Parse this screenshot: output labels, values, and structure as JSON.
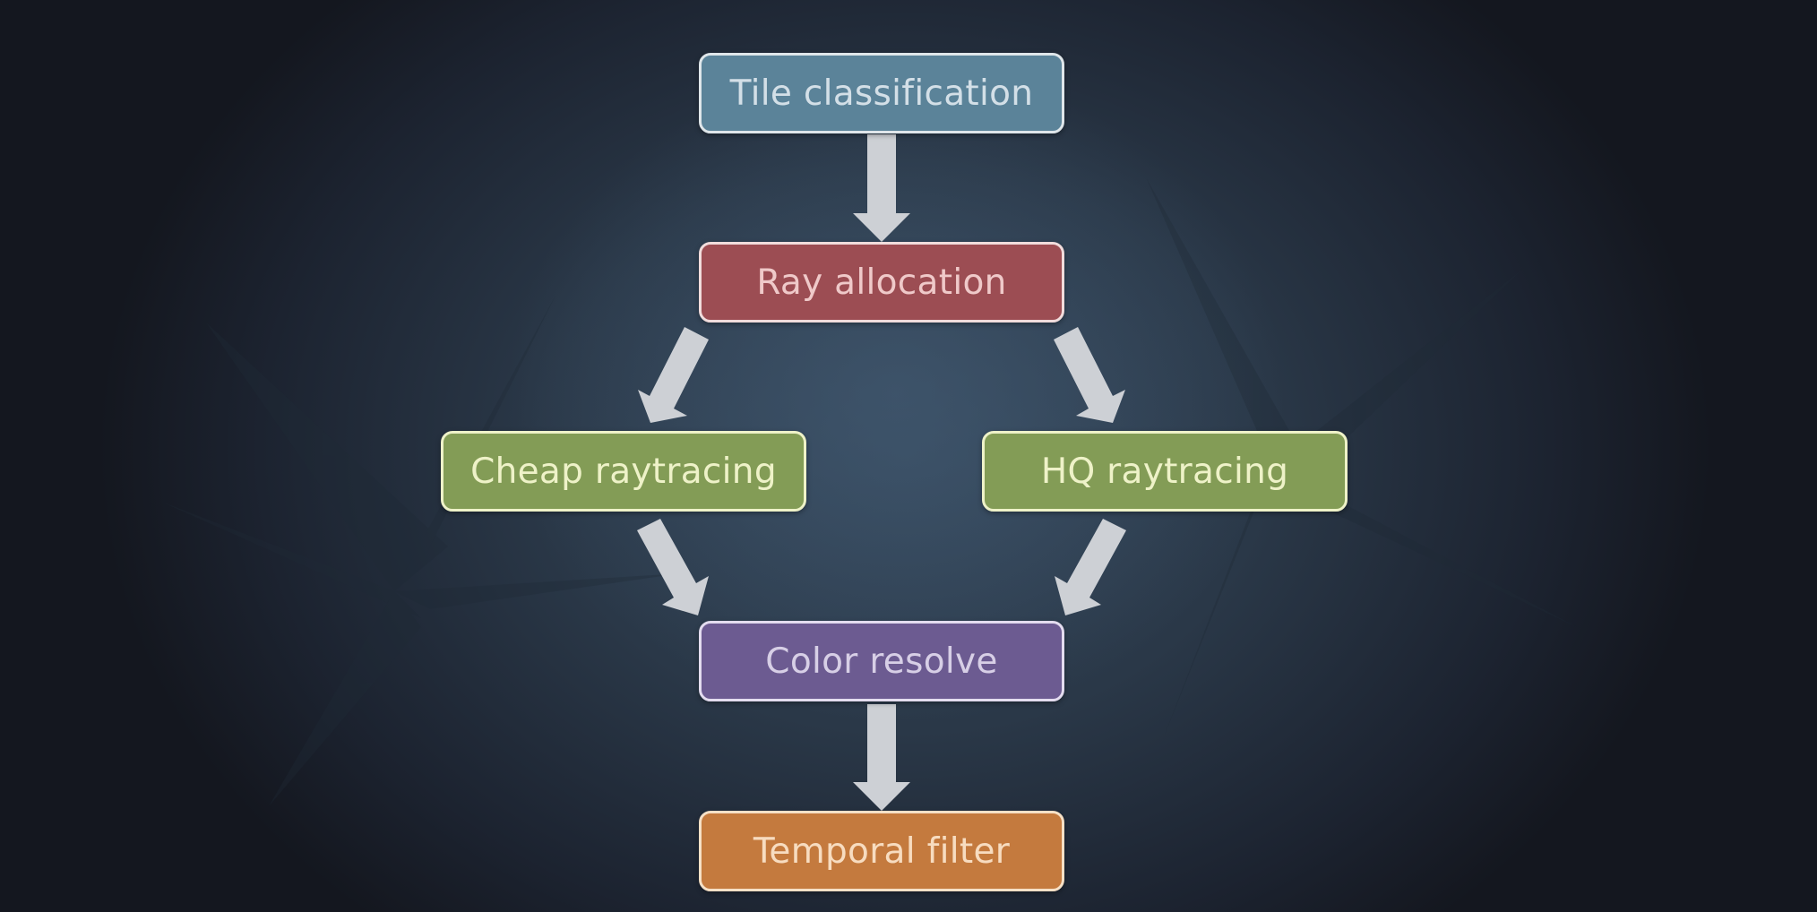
{
  "diagram": {
    "nodes": [
      {
        "id": "tile",
        "label": "Tile classification",
        "fill": "#5b8399",
        "border": "#dfe6ea",
        "text_color": "#d3dfe7"
      },
      {
        "id": "ray",
        "label": "Ray allocation",
        "fill": "#9c4d53",
        "border": "#f1dcdc",
        "text_color": "#efc9c9"
      },
      {
        "id": "cheap",
        "label": "Cheap raytracing",
        "fill": "#839c56",
        "border": "#eef2c8",
        "text_color": "#eef2c8"
      },
      {
        "id": "hq",
        "label": "HQ raytracing",
        "fill": "#839c56",
        "border": "#eef2c8",
        "text_color": "#eef2c8"
      },
      {
        "id": "color",
        "label": "Color resolve",
        "fill": "#6c5b91",
        "border": "#e3dcef",
        "text_color": "#d7cfe6"
      },
      {
        "id": "temporal",
        "label": "Temporal filter",
        "fill": "#c47a3e",
        "border": "#f6e0c6",
        "text_color": "#f7dcc0"
      }
    ],
    "edges": [
      {
        "from": "tile",
        "to": "ray"
      },
      {
        "from": "ray",
        "to": "cheap"
      },
      {
        "from": "ray",
        "to": "hq"
      },
      {
        "from": "cheap",
        "to": "color"
      },
      {
        "from": "hq",
        "to": "color"
      },
      {
        "from": "color",
        "to": "temporal"
      }
    ],
    "arrow_color": "#cdd0d5"
  }
}
